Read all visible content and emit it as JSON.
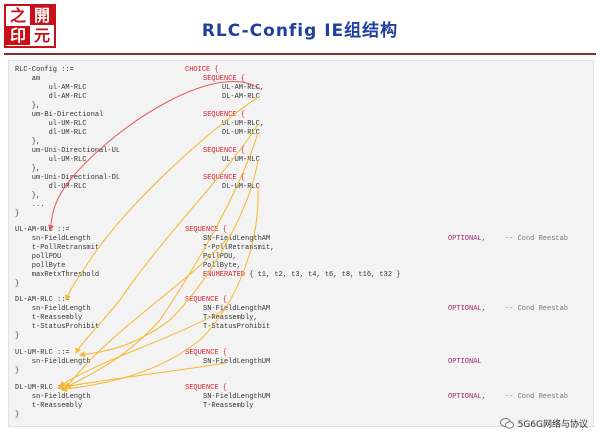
{
  "logo": {
    "chars": [
      "之",
      "開",
      "印",
      "元"
    ]
  },
  "title": "RLC-Config IE组结构",
  "watermark": "5G6G网络与协议",
  "colors": {
    "keyword": "#d2202f",
    "optional": "#a0237a",
    "title": "#1f3f9a",
    "arrow_red": "#e8565a",
    "arrow_yellow": "#f5b82e"
  },
  "code": {
    "l1": {
      "a": "RLC-Config ::=",
      "kw": "CHOICE {"
    },
    "l2": {
      "a": "    am",
      "kw": "SEQUENCE {"
    },
    "l3": {
      "a": "        ul-AM-RLC",
      "b": "UL-AM-RLC,"
    },
    "l4": {
      "a": "        dl-AM-RLC",
      "b": "DL-AM-RLC"
    },
    "l5": {
      "a": "    },"
    },
    "l6": {
      "a": "    um-Bi-Directional",
      "kw": "SEQUENCE {"
    },
    "l7": {
      "a": "        ul-UM-RLC",
      "b": "UL-UM-RLC,"
    },
    "l8": {
      "a": "        dl-UM-RLC",
      "b": "DL-UM-RLC"
    },
    "l9": {
      "a": "    },"
    },
    "l10": {
      "a": "    um-Uni-Directional-UL",
      "kw": "SEQUENCE {"
    },
    "l11": {
      "a": "        ul-UM-RLC",
      "b": "UL-UM-RLC"
    },
    "l12": {
      "a": "    },"
    },
    "l13": {
      "a": "    um-Uni-Directional-DL",
      "kw": "SEQUENCE {"
    },
    "l14": {
      "a": "        dl-UM-RLC",
      "b": "DL-UM-RLC"
    },
    "l15": {
      "a": "    },"
    },
    "l16": {
      "a": "    ..."
    },
    "l17": {
      "a": "}"
    },
    "l18": {
      "a": "UL-AM-RLC ::=",
      "kw": "SEQUENCE {"
    },
    "l19": {
      "a": "    sn-FieldLength",
      "b": "SN-FieldLengthAM",
      "opt": "OPTIONAL,",
      "cm": "-- Cond Reestab"
    },
    "l20": {
      "a": "    t-PollRetransmit",
      "b": "T-PollRetransmit,"
    },
    "l21": {
      "a": "    pollPDU",
      "b": "PollPDU,"
    },
    "l22": {
      "a": "    pollByte",
      "b": "PollByte,"
    },
    "l23": {
      "a": "    maxRetxThreshold",
      "kw": "ENUMERATED",
      "b": " { t1, t2, t3, t4, t6, t8, t16, t32 }"
    },
    "l24": {
      "a": "}"
    },
    "l25": {
      "a": "DL-AM-RLC ::=",
      "kw": "SEQUENCE {"
    },
    "l26": {
      "a": "    sn-FieldLength",
      "b": "SN-FieldLengthAM",
      "opt": "OPTIONAL,",
      "cm": "-- Cond Reestab"
    },
    "l27": {
      "a": "    t-Reassembly",
      "b": "T-Reassembly,"
    },
    "l28": {
      "a": "    t-StatusProhibit",
      "b": "T-StatusProhibit"
    },
    "l29": {
      "a": "}"
    },
    "l30": {
      "a": "UL-UM-RLC ::=",
      "kw": "SEQUENCE {"
    },
    "l31": {
      "a": "    sn-FieldLength",
      "b": "SN-FieldLengthUM",
      "opt": "OPTIONAL"
    },
    "l32": {
      "a": "}"
    },
    "l33": {
      "a": "DL-UM-RLC ::=",
      "kw": "SEQUENCE {"
    },
    "l34": {
      "a": "    sn-FieldLength",
      "b": "SN-FieldLengthUM",
      "opt": "OPTIONAL,",
      "cm": "-- Cond Reestab"
    },
    "l35": {
      "a": "    t-Reassembly",
      "b": "T-Reassembly"
    },
    "l36": {
      "a": "}"
    }
  }
}
